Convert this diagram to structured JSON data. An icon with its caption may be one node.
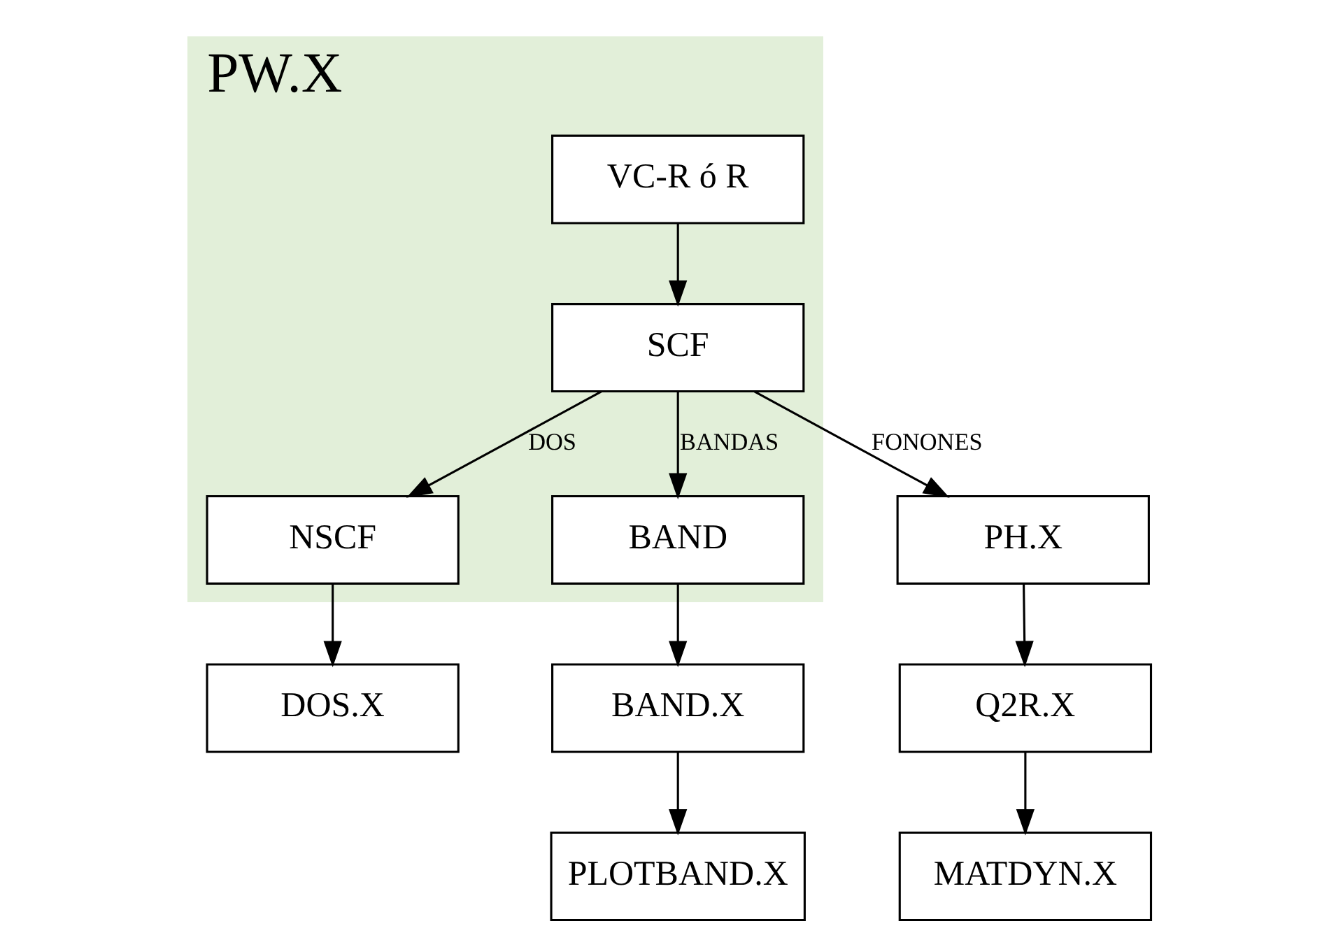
{
  "diagram": {
    "nodes": [
      {
        "text": [
          "PW.X"
        ]
      },
      {
        "text": [
          "VC-R ó R"
        ],
        "in": 0
      },
      {
        "text": [
          "SCF"
        ],
        "in": 0
      },
      {
        "text": [
          "NSCF"
        ],
        "in": 0
      },
      {
        "text": [
          "BAND"
        ],
        "in": 0
      },
      {
        "text": [
          "PH.X"
        ]
      },
      {
        "text": [
          "DOS.X"
        ]
      },
      {
        "text": [
          "BAND.X"
        ]
      },
      {
        "text": [
          "Q2R.X"
        ]
      },
      {
        "text": [
          "PLOTBAND.X"
        ]
      },
      {
        "text": [
          "MATDYN.X"
        ]
      }
    ],
    "edges": [
      {
        "from": 1,
        "to": 2,
        "arrow": "to"
      },
      {
        "from": 2,
        "to": 3,
        "arrow": "to",
        "label": "DOS"
      },
      {
        "from": 2,
        "to": 4,
        "arrow": "to",
        "label": "BANDAS"
      },
      {
        "from": 2,
        "to": 5,
        "arrow": "to",
        "label": "FONONES"
      },
      {
        "from": 3,
        "to": 6,
        "arrow": "to"
      },
      {
        "from": 4,
        "to": 7,
        "arrow": "to"
      },
      {
        "from": 5,
        "to": 8,
        "arrow": "to"
      },
      {
        "from": 7,
        "to": 9,
        "arrow": "to"
      },
      {
        "from": 8,
        "to": 10,
        "arrow": "to"
      }
    ]
  }
}
